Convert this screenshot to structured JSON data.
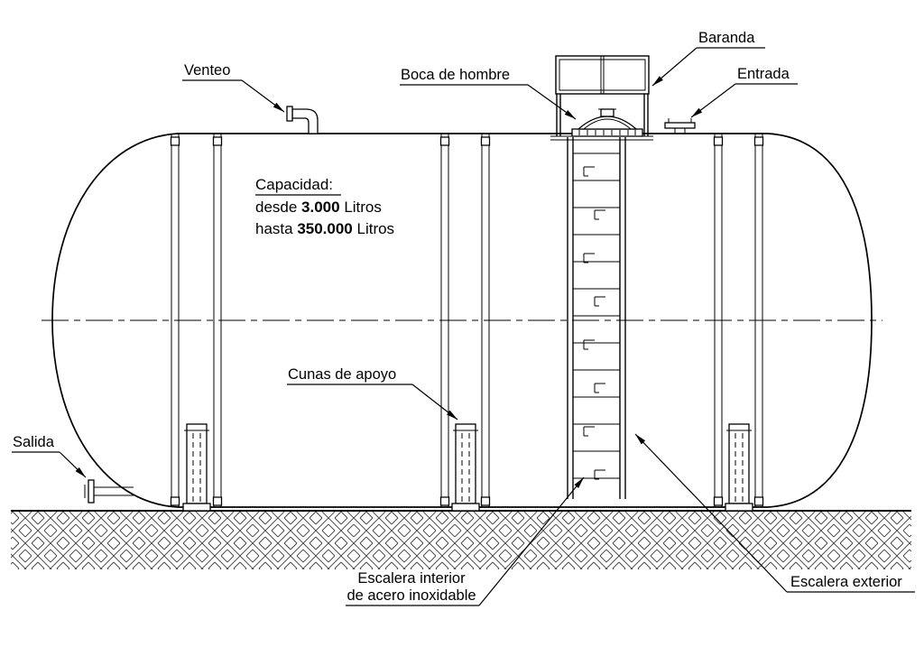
{
  "drawing": {
    "background_color": "#ffffff",
    "line_color": "#000000",
    "labels": {
      "venteo": "Venteo",
      "boca_de_hombre": "Boca de hombre",
      "baranda": "Baranda",
      "entrada": "Entrada",
      "cunas_de_apoyo": "Cunas de apoyo",
      "salida": "Salida",
      "escalera_interior_line1": "Escalera interior",
      "escalera_interior_line2": "de acero inoxidable",
      "escalera_exterior": "Escalera exterior"
    },
    "capacity": {
      "heading": "Capacidad:",
      "from_prefix": "desde ",
      "from_value": "3.000",
      "from_suffix": " Litros",
      "to_prefix": "hasta ",
      "to_value": "350.000",
      "to_suffix": " Litros"
    }
  }
}
